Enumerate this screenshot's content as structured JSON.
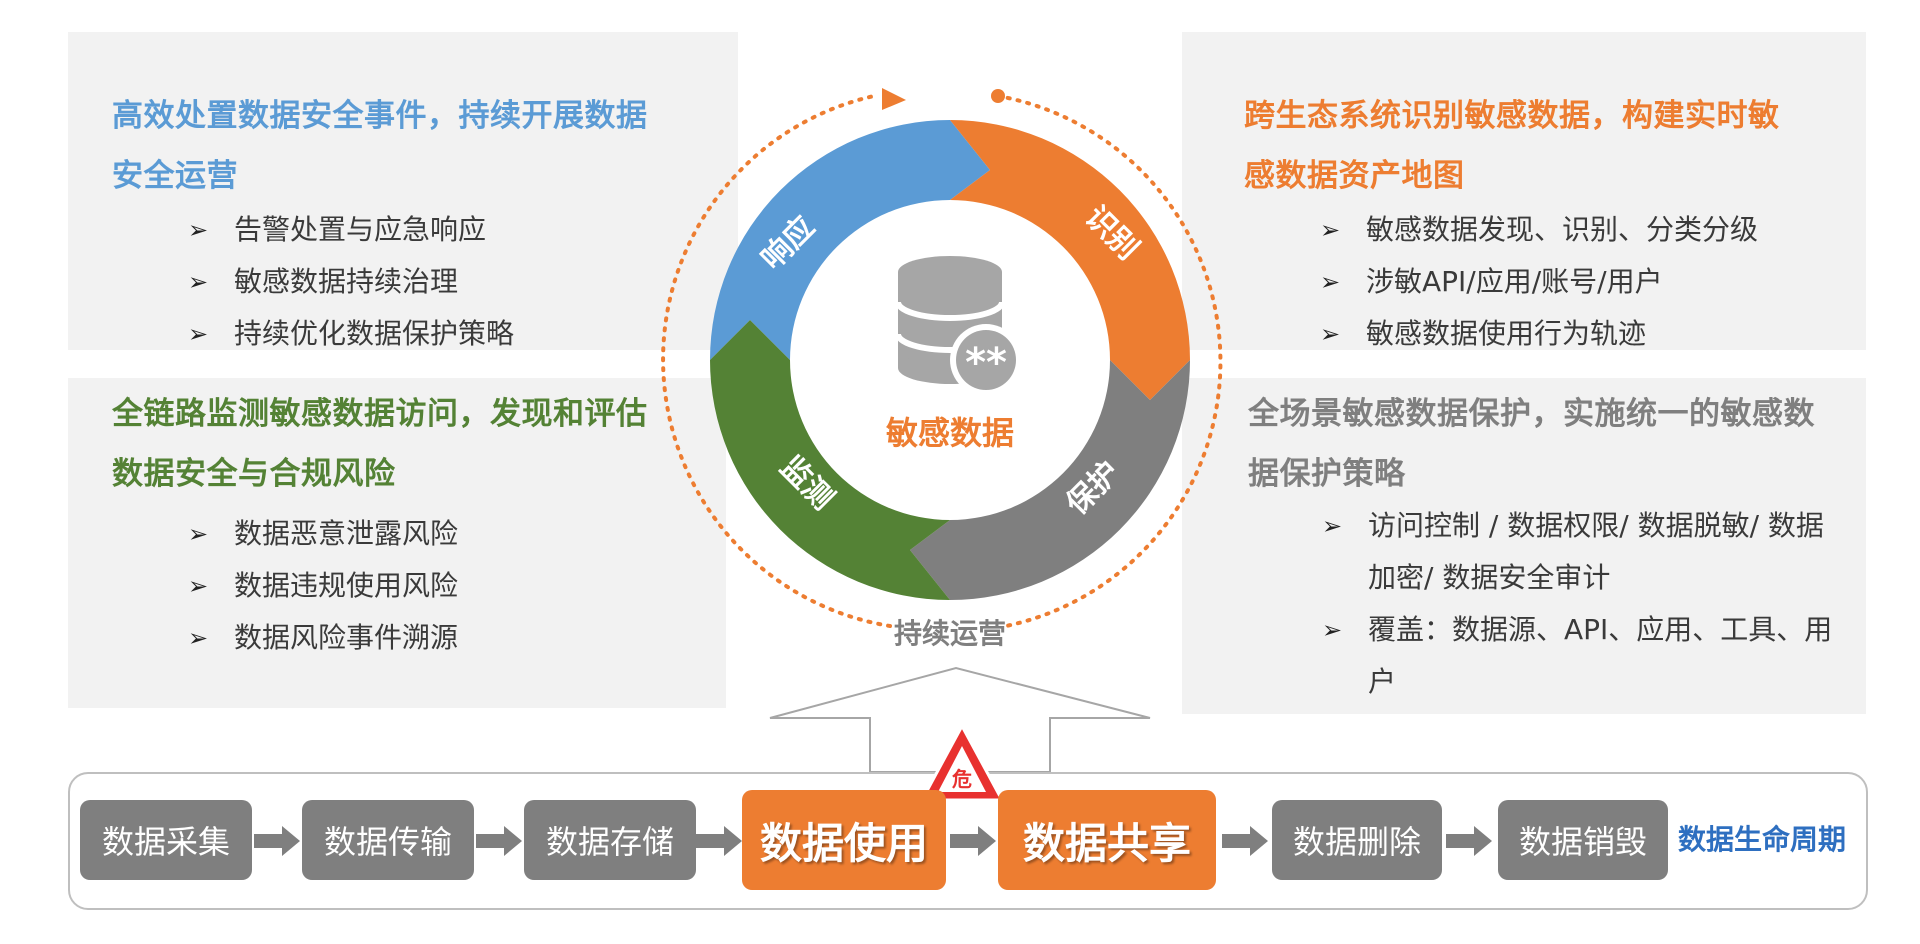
{
  "colors": {
    "respond": "#5b9bd5",
    "identify": "#ed7d31",
    "protect": "#7f7f7f",
    "monitor": "#548235",
    "panel_bg": "#f2f2f2",
    "lifecycle_title": "#2e6fc0",
    "danger_red": "#e8312f"
  },
  "panels": {
    "top_left": {
      "title": "高效处置数据安全事件，持续开展数据安全运营",
      "bullets": [
        "告警处置与应急响应",
        "敏感数据持续治理",
        "持续优化数据保护策略"
      ]
    },
    "bottom_left": {
      "title": "全链路监测敏感数据访问，发现和评估数据安全与合规风险",
      "bullets": [
        "数据恶意泄露风险",
        "数据违规使用风险",
        "数据风险事件溯源"
      ]
    },
    "top_right": {
      "title": "跨生态系统识别敏感数据，构建实时敏感数据资产地图",
      "bullets": [
        "敏感数据发现、识别、分类分级",
        "涉敏API/应用/账号/用户",
        "敏感数据使用行为轨迹"
      ]
    },
    "bottom_right": {
      "title": "全场景敏感数据保护，实施统一的敏感数据保护策略",
      "bullets": [
        "访问控制 / 数据权限/ 数据脱敏/ 数据加密/ 数据安全审计",
        "覆盖：数据源、API、应用、工具、用户"
      ]
    }
  },
  "cycle": {
    "segments": [
      {
        "key": "respond",
        "label": "响应"
      },
      {
        "key": "identify",
        "label": "识别"
      },
      {
        "key": "protect",
        "label": "保护"
      },
      {
        "key": "monitor",
        "label": "监测"
      }
    ],
    "center_label": "敏感数据",
    "ops_label": "持续运营",
    "center_icon": "database-icon"
  },
  "lifecycle": {
    "title": "数据生命周期",
    "danger_label": "危",
    "stages": [
      {
        "label": "数据采集",
        "highlight": false
      },
      {
        "label": "数据传输",
        "highlight": false
      },
      {
        "label": "数据存储",
        "highlight": false
      },
      {
        "label": "数据使用",
        "highlight": true
      },
      {
        "label": "数据共享",
        "highlight": true
      },
      {
        "label": "数据删除",
        "highlight": false
      },
      {
        "label": "数据销毁",
        "highlight": false
      }
    ]
  }
}
